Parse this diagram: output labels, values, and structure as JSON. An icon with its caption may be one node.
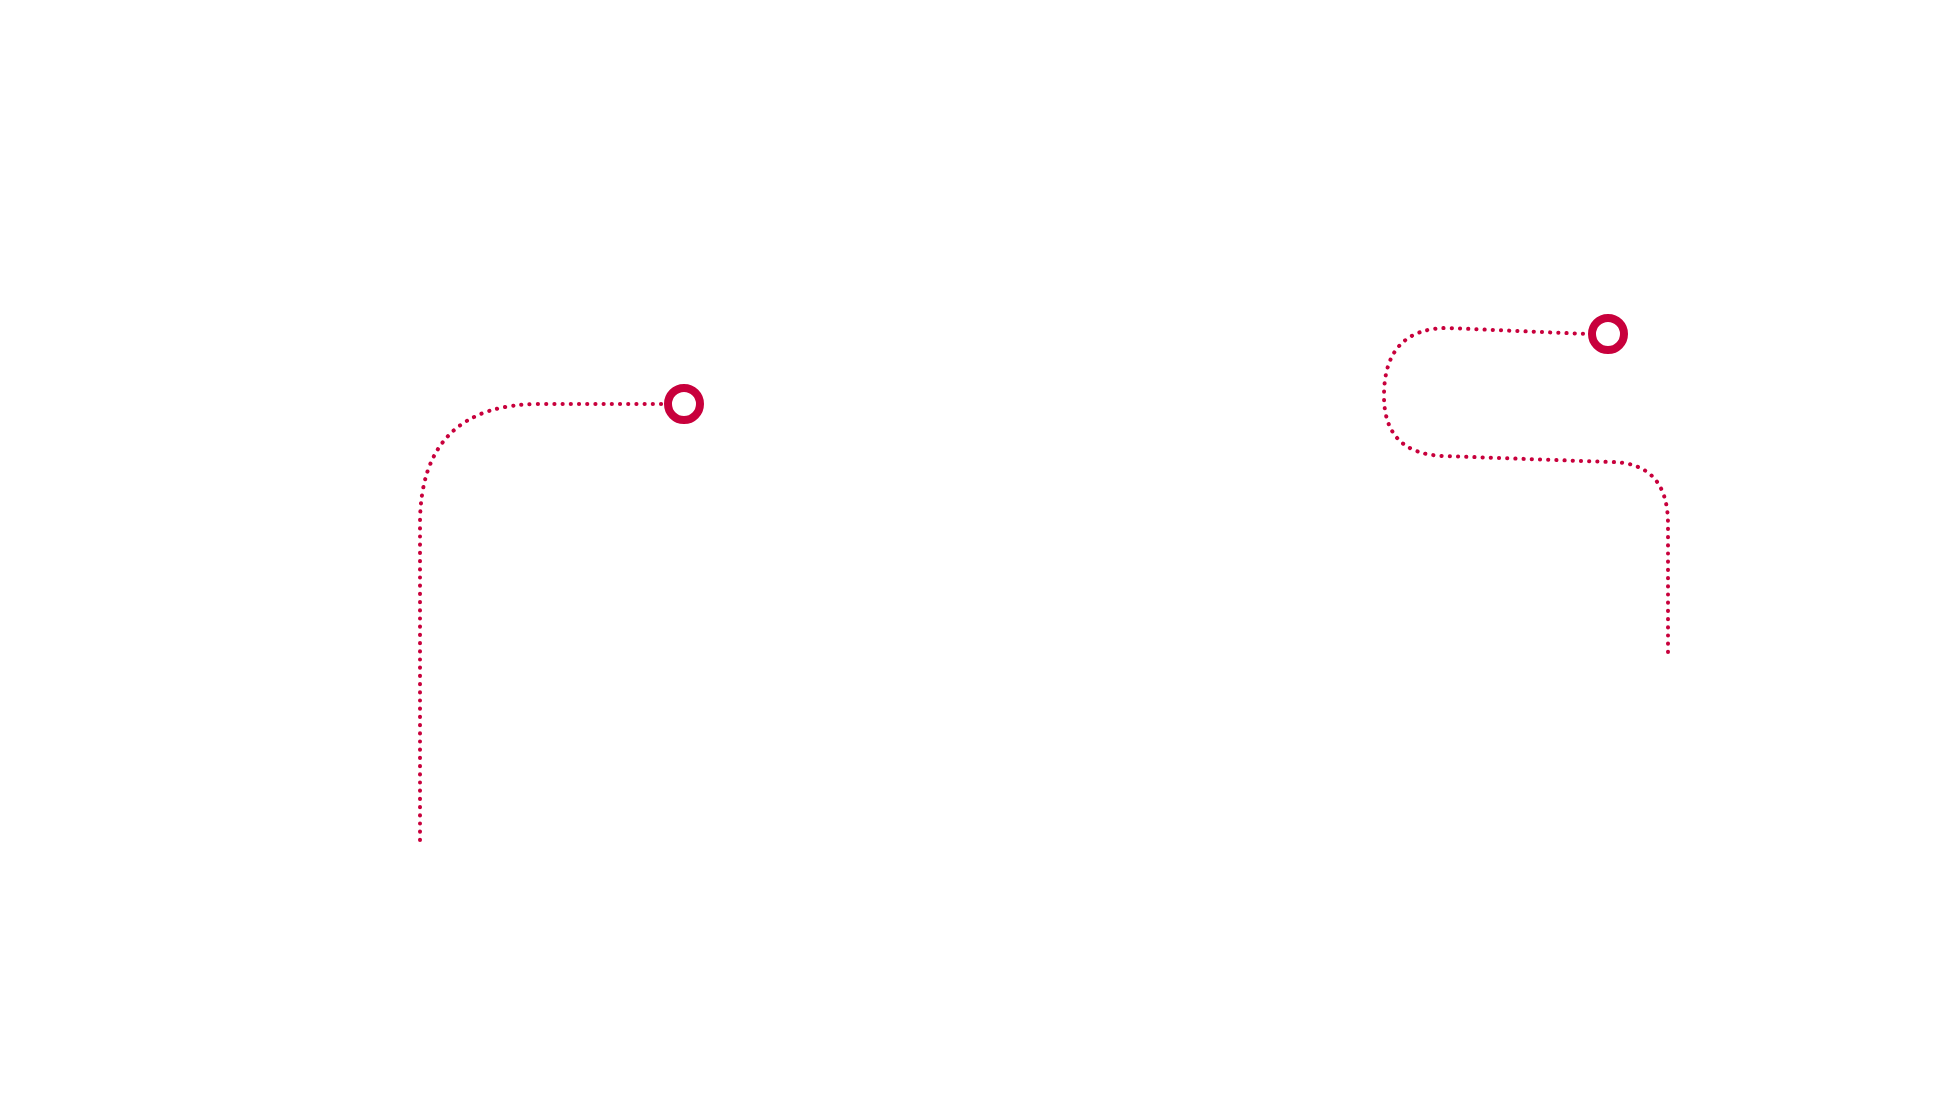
{
  "diagram": {
    "nodes": [
      {
        "text": [],
        "shape": "circle"
      },
      {
        "text": [],
        "shape": "circle"
      }
    ],
    "edges": [
      {
        "from": null,
        "to": 0,
        "arrow": "none"
      },
      {
        "from": null,
        "to": 1,
        "arrow": "none"
      }
    ]
  }
}
